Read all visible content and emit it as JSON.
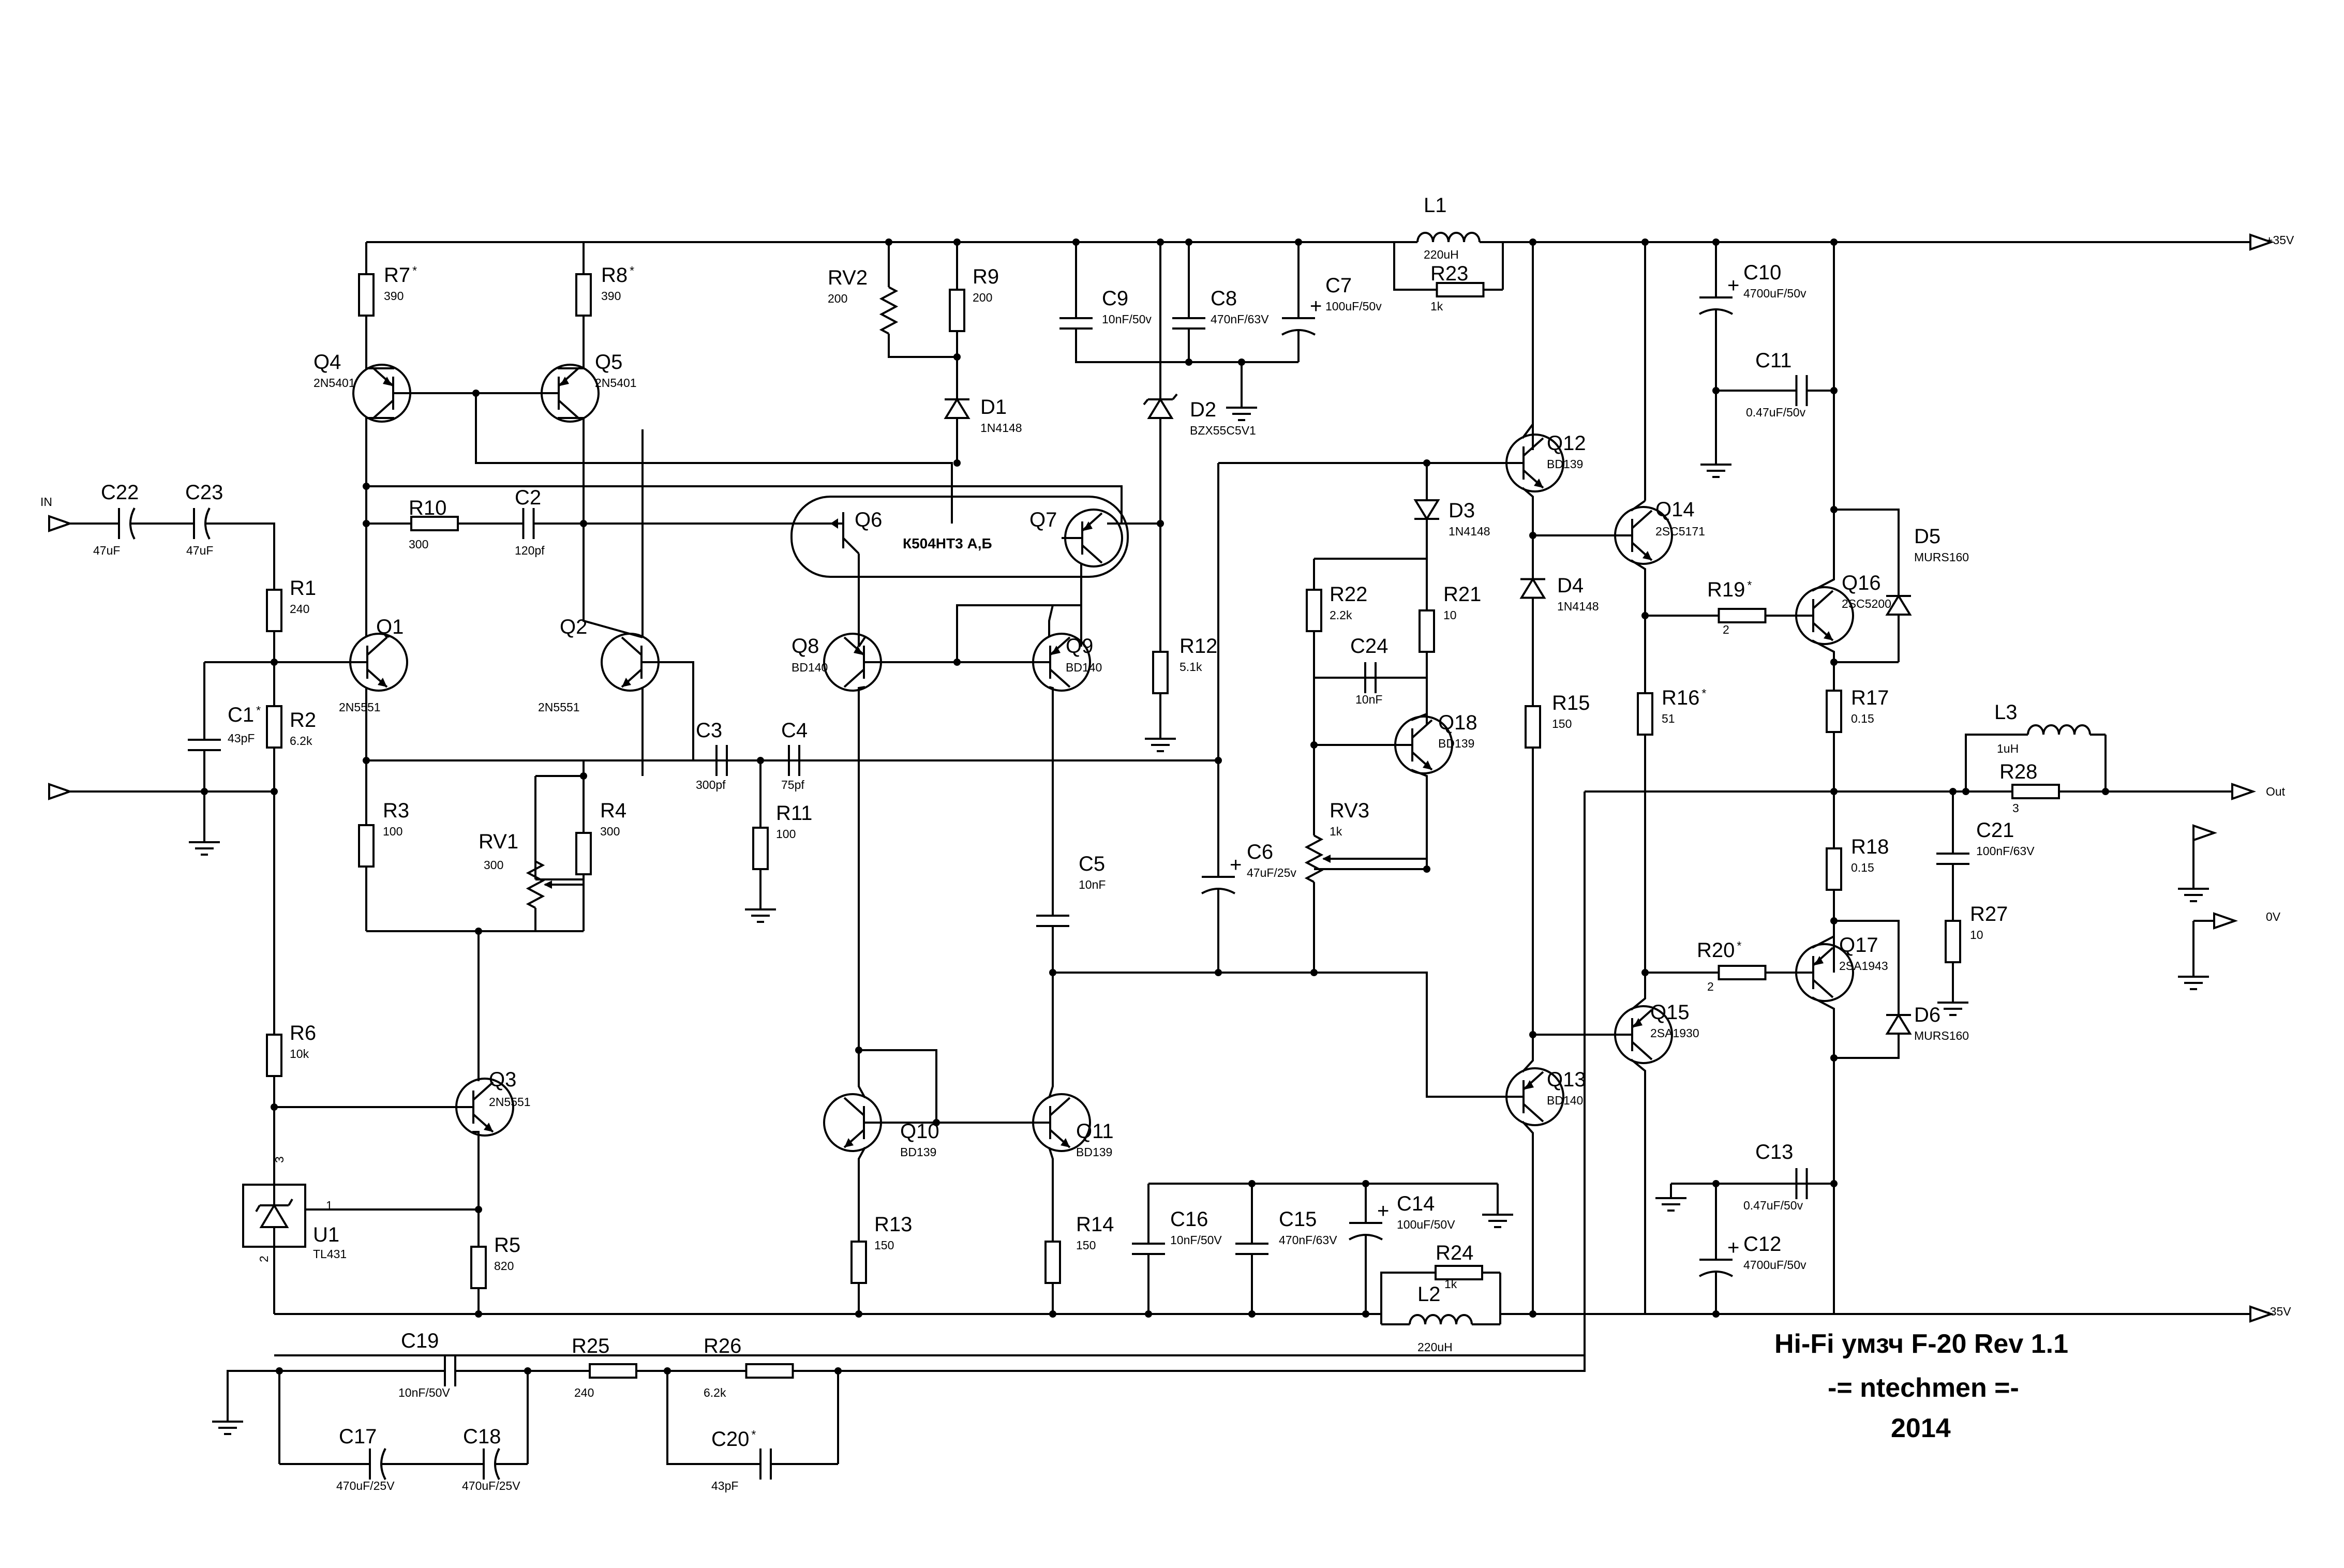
{
  "title": {
    "line1": "Hi-Fi умзч F-20 Rev 1.1",
    "line2": "-= ntechmen =-",
    "line3": "2014"
  },
  "nets": {
    "vplus": "+35V",
    "vminus": "-35V",
    "input": "IN",
    "output": "Out",
    "zero": "0V"
  },
  "ic": {
    "name": "К504НТ3 А,Б",
    "pin1": "1",
    "pin2": "2",
    "pin3": "3"
  },
  "components": [
    {
      "ref": "R7",
      "star": true,
      "value": "390"
    },
    {
      "ref": "R8",
      "star": true,
      "value": "390"
    },
    {
      "ref": "Q4",
      "value": "2N5401"
    },
    {
      "ref": "Q5",
      "value": "2N5401"
    },
    {
      "ref": "RV2",
      "value": "200"
    },
    {
      "ref": "R9",
      "value": "200"
    },
    {
      "ref": "D1",
      "value": "1N4148"
    },
    {
      "ref": "C9",
      "value": "10nF/50v"
    },
    {
      "ref": "C8",
      "value": "470nF/63V"
    },
    {
      "ref": "C7",
      "value": "100uF/50v"
    },
    {
      "ref": "D2",
      "value": "BZX55C5V1"
    },
    {
      "ref": "L1",
      "value": "220uH"
    },
    {
      "ref": "R23",
      "value": "1k"
    },
    {
      "ref": "C10",
      "value": "4700uF/50v"
    },
    {
      "ref": "C11",
      "value": "0.47uF/50v"
    },
    {
      "ref": "C22",
      "value": "47uF"
    },
    {
      "ref": "C23",
      "value": "47uF"
    },
    {
      "ref": "R10",
      "value": "300"
    },
    {
      "ref": "C2",
      "value": "120pf"
    },
    {
      "ref": "Q6",
      "value": ""
    },
    {
      "ref": "Q7",
      "value": ""
    },
    {
      "ref": "R1",
      "value": "240"
    },
    {
      "ref": "Q1",
      "value": "2N5551"
    },
    {
      "ref": "Q2",
      "value": "2N5551"
    },
    {
      "ref": "C1",
      "star": true,
      "value": "43pF"
    },
    {
      "ref": "R2",
      "value": "6.2k"
    },
    {
      "ref": "C3",
      "value": "300pf"
    },
    {
      "ref": "C4",
      "value": "75pf"
    },
    {
      "ref": "R11",
      "value": "100"
    },
    {
      "ref": "R3",
      "value": "100"
    },
    {
      "ref": "R4",
      "value": "300"
    },
    {
      "ref": "RV1",
      "value": "300"
    },
    {
      "ref": "Q8",
      "value": "BD140"
    },
    {
      "ref": "Q9",
      "value": "BD140"
    },
    {
      "ref": "R12",
      "value": "5.1k"
    },
    {
      "ref": "Q12",
      "value": "BD139"
    },
    {
      "ref": "D3",
      "value": "1N4148"
    },
    {
      "ref": "R22",
      "value": "2.2k"
    },
    {
      "ref": "R21",
      "value": "10"
    },
    {
      "ref": "C24",
      "value": "10nF"
    },
    {
      "ref": "Q18",
      "value": "BD139"
    },
    {
      "ref": "RV3",
      "value": "1k"
    },
    {
      "ref": "C6",
      "value": "47uF/25v"
    },
    {
      "ref": "C5",
      "value": "10nF"
    },
    {
      "ref": "D4",
      "value": "1N4148"
    },
    {
      "ref": "R15",
      "value": "150"
    },
    {
      "ref": "Q14",
      "value": "2SC5171"
    },
    {
      "ref": "R19",
      "star": true,
      "value": "2"
    },
    {
      "ref": "Q16",
      "value": "2SC5200"
    },
    {
      "ref": "D5",
      "value": "MURS160"
    },
    {
      "ref": "R16",
      "star": true,
      "value": "51"
    },
    {
      "ref": "R17",
      "value": "0.15"
    },
    {
      "ref": "L3",
      "value": "1uH"
    },
    {
      "ref": "R28",
      "value": "3"
    },
    {
      "ref": "C21",
      "value": "100nF/63V"
    },
    {
      "ref": "R27",
      "value": "10"
    },
    {
      "ref": "R18",
      "value": "0.15"
    },
    {
      "ref": "R20",
      "star": true,
      "value": "2"
    },
    {
      "ref": "Q17",
      "value": "2SA1943"
    },
    {
      "ref": "D6",
      "value": "MURS160"
    },
    {
      "ref": "Q15",
      "value": "2SA1930"
    },
    {
      "ref": "Q13",
      "value": "BD140"
    },
    {
      "ref": "R6",
      "value": "10k"
    },
    {
      "ref": "Q3",
      "value": "2N5551"
    },
    {
      "ref": "U1",
      "value": "TL431"
    },
    {
      "ref": "R5",
      "value": "820"
    },
    {
      "ref": "Q10",
      "value": "BD139"
    },
    {
      "ref": "Q11",
      "value": "BD139"
    },
    {
      "ref": "R13",
      "value": "150"
    },
    {
      "ref": "R14",
      "value": "150"
    },
    {
      "ref": "C16",
      "value": "10nF/50V"
    },
    {
      "ref": "C15",
      "value": "470nF/63V"
    },
    {
      "ref": "C14",
      "value": "100uF/50V"
    },
    {
      "ref": "R24",
      "value": "1k"
    },
    {
      "ref": "L2",
      "value": "220uH"
    },
    {
      "ref": "C13",
      "value": "0.47uF/50v"
    },
    {
      "ref": "C12",
      "value": "4700uF/50v"
    },
    {
      "ref": "C19",
      "value": "10nF/50V"
    },
    {
      "ref": "R25",
      "value": "240"
    },
    {
      "ref": "R26",
      "value": "6.2k"
    },
    {
      "ref": "C17",
      "value": "470uF/25V"
    },
    {
      "ref": "C18",
      "value": "470uF/25V"
    },
    {
      "ref": "C20",
      "star": true,
      "value": "43pF"
    }
  ]
}
